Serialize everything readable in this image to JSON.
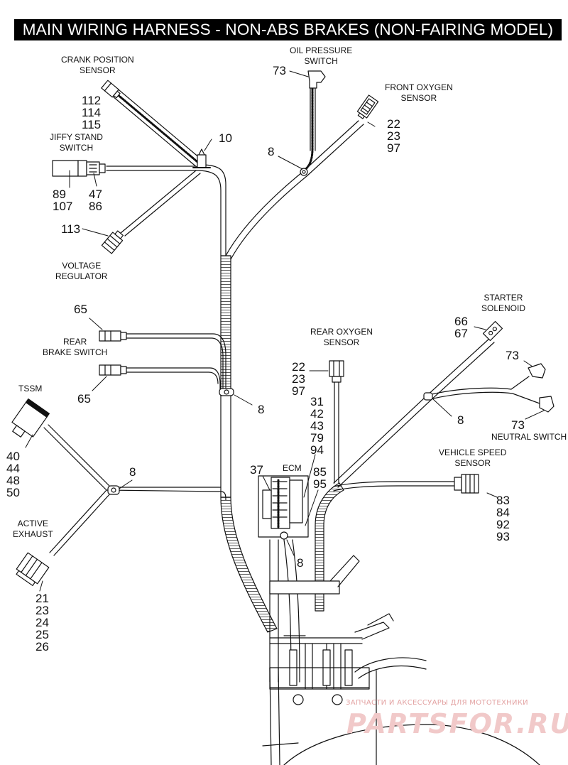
{
  "title": "MAIN WIRING HARNESS - NON-ABS BRAKES (NON-FAIRING MODEL)",
  "labels": {
    "crank_position_sensor": [
      "CRANK POSITION",
      "SENSOR"
    ],
    "oil_pressure_switch": [
      "OIL PRESSURE",
      "SWITCH"
    ],
    "front_oxygen_sensor": [
      "FRONT OXYGEN",
      "SENSOR"
    ],
    "jiffy_stand_switch": [
      "JIFFY STAND",
      "SWITCH"
    ],
    "voltage_regulator": [
      "VOLTAGE",
      "REGULATOR"
    ],
    "rear_brake_switch": [
      "REAR",
      "BRAKE SWITCH"
    ],
    "starter_solenoid": [
      "STARTER",
      "SOLENOID"
    ],
    "rear_oxygen_sensor": [
      "REAR OXYGEN",
      "SENSOR"
    ],
    "tssm": [
      "TSSM"
    ],
    "neutral_switch": [
      "NEUTRAL SWITCH"
    ],
    "vehicle_speed_sensor": [
      "VEHICLE SPEED",
      "SENSOR"
    ],
    "ecm": [
      "ECM"
    ],
    "active_exhaust": [
      "ACTIVE",
      "EXHAUST"
    ]
  },
  "callouts": {
    "crank": [
      "112",
      "114",
      "115"
    ],
    "oil_pressure": [
      "73"
    ],
    "clip_top": [
      "10"
    ],
    "front_oxygen": [
      "22",
      "23",
      "97"
    ],
    "clip_front_o2": [
      "8"
    ],
    "jiffy_left": [
      "89",
      "107"
    ],
    "jiffy_right": [
      "47",
      "86"
    ],
    "voltage_regulator": [
      "113"
    ],
    "rear_brake_top": [
      "65"
    ],
    "rear_brake_bottom": [
      "65"
    ],
    "clip_mid": [
      "8"
    ],
    "starter_solenoid": [
      "66",
      "67"
    ],
    "neutral_top": [
      "73"
    ],
    "neutral_bottom": [
      "73"
    ],
    "clip_right": [
      "8"
    ],
    "rear_oxygen": [
      "22",
      "23",
      "97"
    ],
    "ecm_group": [
      "31",
      "42",
      "43",
      "79",
      "94"
    ],
    "ecm_pair": [
      "85",
      "95"
    ],
    "ecm_item": [
      "37"
    ],
    "clip_ecm": [
      "8"
    ],
    "tssm": [
      "40",
      "44",
      "48",
      "50"
    ],
    "clip_left": [
      "8"
    ],
    "vehicle_speed": [
      "83",
      "84",
      "92",
      "93"
    ],
    "active_exhaust": [
      "21",
      "23",
      "24",
      "25",
      "26"
    ]
  },
  "watermark": {
    "tagline": "ЗАПЧАСТИ И АКСЕССУАРЫ ДЛЯ МОТОТЕХНИКИ",
    "brand": "PARTSFOR.RU"
  }
}
